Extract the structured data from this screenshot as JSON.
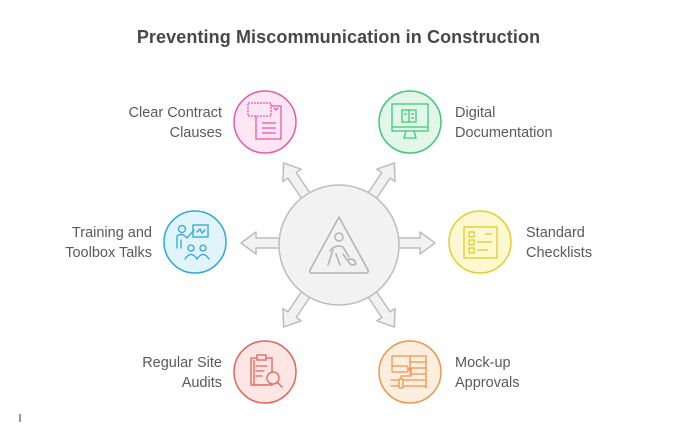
{
  "title": "Preventing Miscommunication in Construction",
  "center": {
    "icon": "construction-worker-warning-icon",
    "fill": "#f2f2f2",
    "stroke": "#bdbdbd"
  },
  "items": [
    {
      "id": "clear-contract-clauses",
      "line1": "Clear Contract",
      "line2": "Clauses",
      "icon": "contract-document-icon",
      "color": "#e85aad",
      "fill": "#fde6f3",
      "position": "top-left"
    },
    {
      "id": "digital-documentation",
      "line1": "Digital",
      "line2": "Documentation",
      "icon": "computer-monitor-book-icon",
      "color": "#3ec77a",
      "fill": "#e2f7ea",
      "position": "top-right"
    },
    {
      "id": "training-toolbox-talks",
      "line1": "Training and",
      "line2": "Toolbox Talks",
      "icon": "presenter-audience-icon",
      "color": "#2ea8d8",
      "fill": "#e1f4fb",
      "position": "middle-left"
    },
    {
      "id": "standard-checklists",
      "line1": "Standard",
      "line2": "Checklists",
      "icon": "checklist-icon",
      "color": "#e3cf2e",
      "fill": "#fdf8d2",
      "position": "middle-right"
    },
    {
      "id": "regular-site-audits",
      "line1": "Regular Site",
      "line2": "Audits",
      "icon": "clipboard-magnifier-icon",
      "color": "#e8605a",
      "fill": "#fde6e4",
      "position": "bottom-left"
    },
    {
      "id": "mock-up-approvals",
      "line1": "Mock-up",
      "line2": "Approvals",
      "icon": "paint-roller-wall-icon",
      "color": "#ee9548",
      "fill": "#fdeedf",
      "position": "bottom-right"
    }
  ]
}
